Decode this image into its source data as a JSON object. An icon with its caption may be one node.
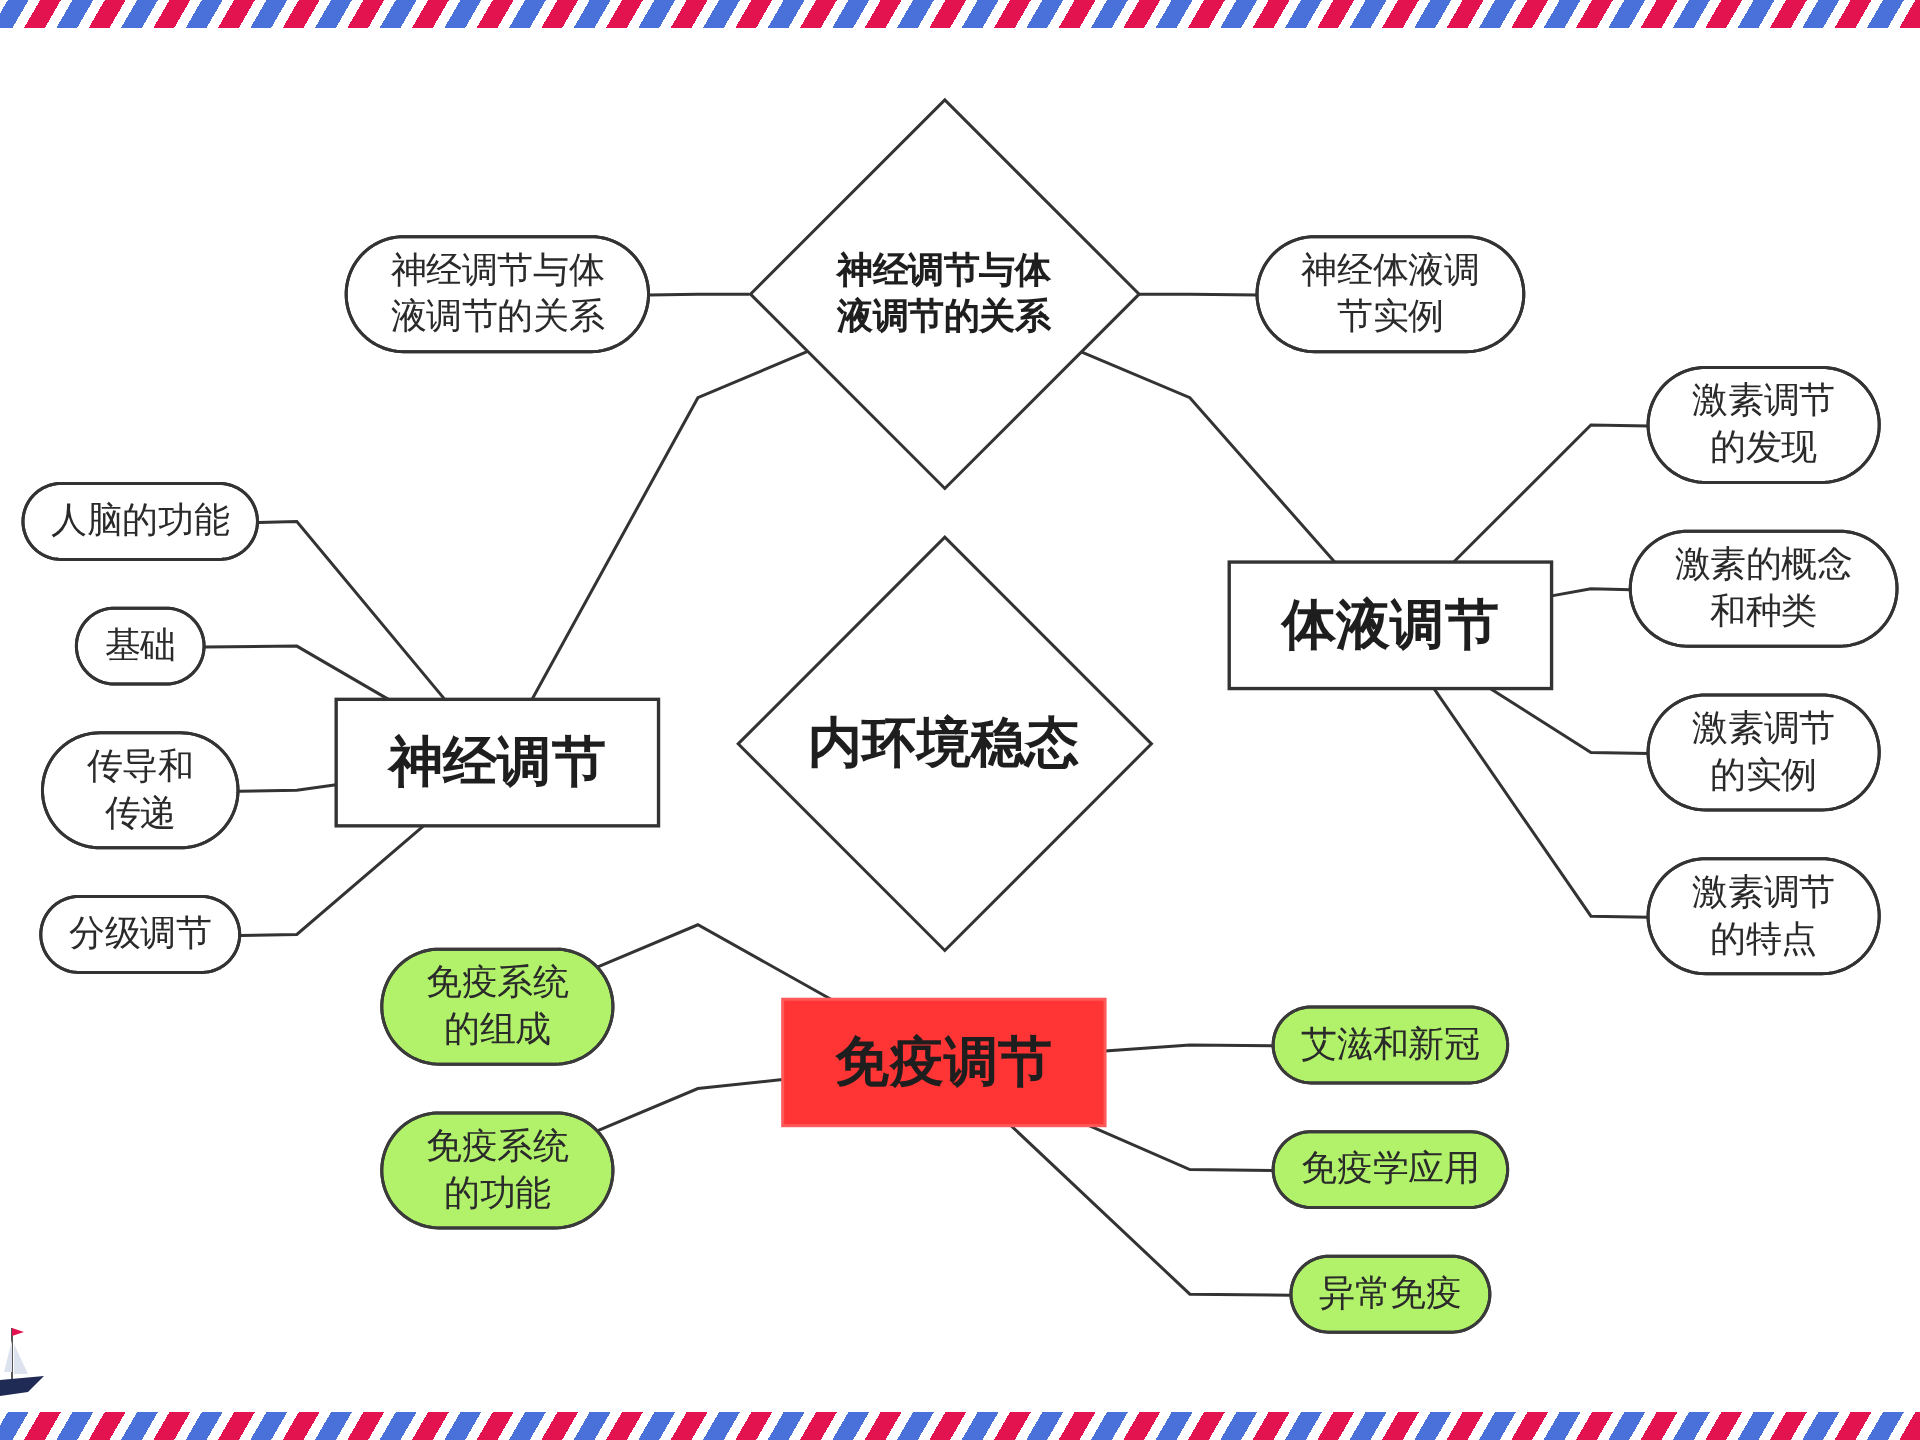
{
  "diagram": {
    "nodes": [
      {
        "text": [
          "神经调节与体液调节的关系"
        ]
      },
      {
        "text": [
          "神经体液调节实例"
        ]
      },
      {
        "text": [
          "人脑的功能"
        ]
      },
      {
        "text": [
          "神经调节与体液调节的关系"
        ]
      },
      {
        "text": [
          "激素调节的发现"
        ]
      },
      {
        "text": [
          "基础"
        ]
      },
      {
        "text": [
          "激素的概念和种类"
        ]
      },
      {
        "text": [
          "传导和传递"
        ]
      },
      {
        "text": [
          "神经调节"
        ]
      },
      {
        "text": [
          "内环境稳态"
        ]
      },
      {
        "text": [
          "体液调节"
        ]
      },
      {
        "text": [
          "激素调节的实例"
        ]
      },
      {
        "text": [
          "分级调节"
        ]
      },
      {
        "text": [
          "免疫调节"
        ]
      },
      {
        "text": [
          "激素调节的特点"
        ]
      },
      {
        "text": [
          "免疫系统的组成"
        ]
      },
      {
        "text": [
          "艾滋和新冠"
        ]
      },
      {
        "text": [
          "免疫系统的功能"
        ]
      },
      {
        "text": [
          "免疫学应用"
        ]
      },
      {
        "text": [
          "异常免疫"
        ]
      }
    ],
    "edges": [
      {
        "from": 0,
        "to": 3,
        "arrow": "none"
      },
      {
        "from": 3,
        "to": 1,
        "arrow": "none"
      },
      {
        "from": 8,
        "to": 3,
        "arrow": "none"
      },
      {
        "from": 3,
        "to": 10,
        "arrow": "none"
      },
      {
        "from": 2,
        "to": 8,
        "arrow": "none"
      },
      {
        "from": 5,
        "to": 8,
        "arrow": "none"
      },
      {
        "from": 7,
        "to": 8,
        "arrow": "none"
      },
      {
        "from": 12,
        "to": 8,
        "arrow": "none"
      },
      {
        "from": 10,
        "to": 4,
        "arrow": "none"
      },
      {
        "from": 10,
        "to": 6,
        "arrow": "none"
      },
      {
        "from": 10,
        "to": 11,
        "arrow": "none"
      },
      {
        "from": 10,
        "to": 14,
        "arrow": "none"
      },
      {
        "from": 15,
        "to": 13,
        "arrow": "none"
      },
      {
        "from": 17,
        "to": 13,
        "arrow": "none"
      },
      {
        "from": 13,
        "to": 18,
        "arrow": "none"
      },
      {
        "from": 13,
        "to": 19,
        "arrow": "none"
      },
      {
        "from": 13,
        "to": 16,
        "arrow": "none"
      }
    ]
  }
}
